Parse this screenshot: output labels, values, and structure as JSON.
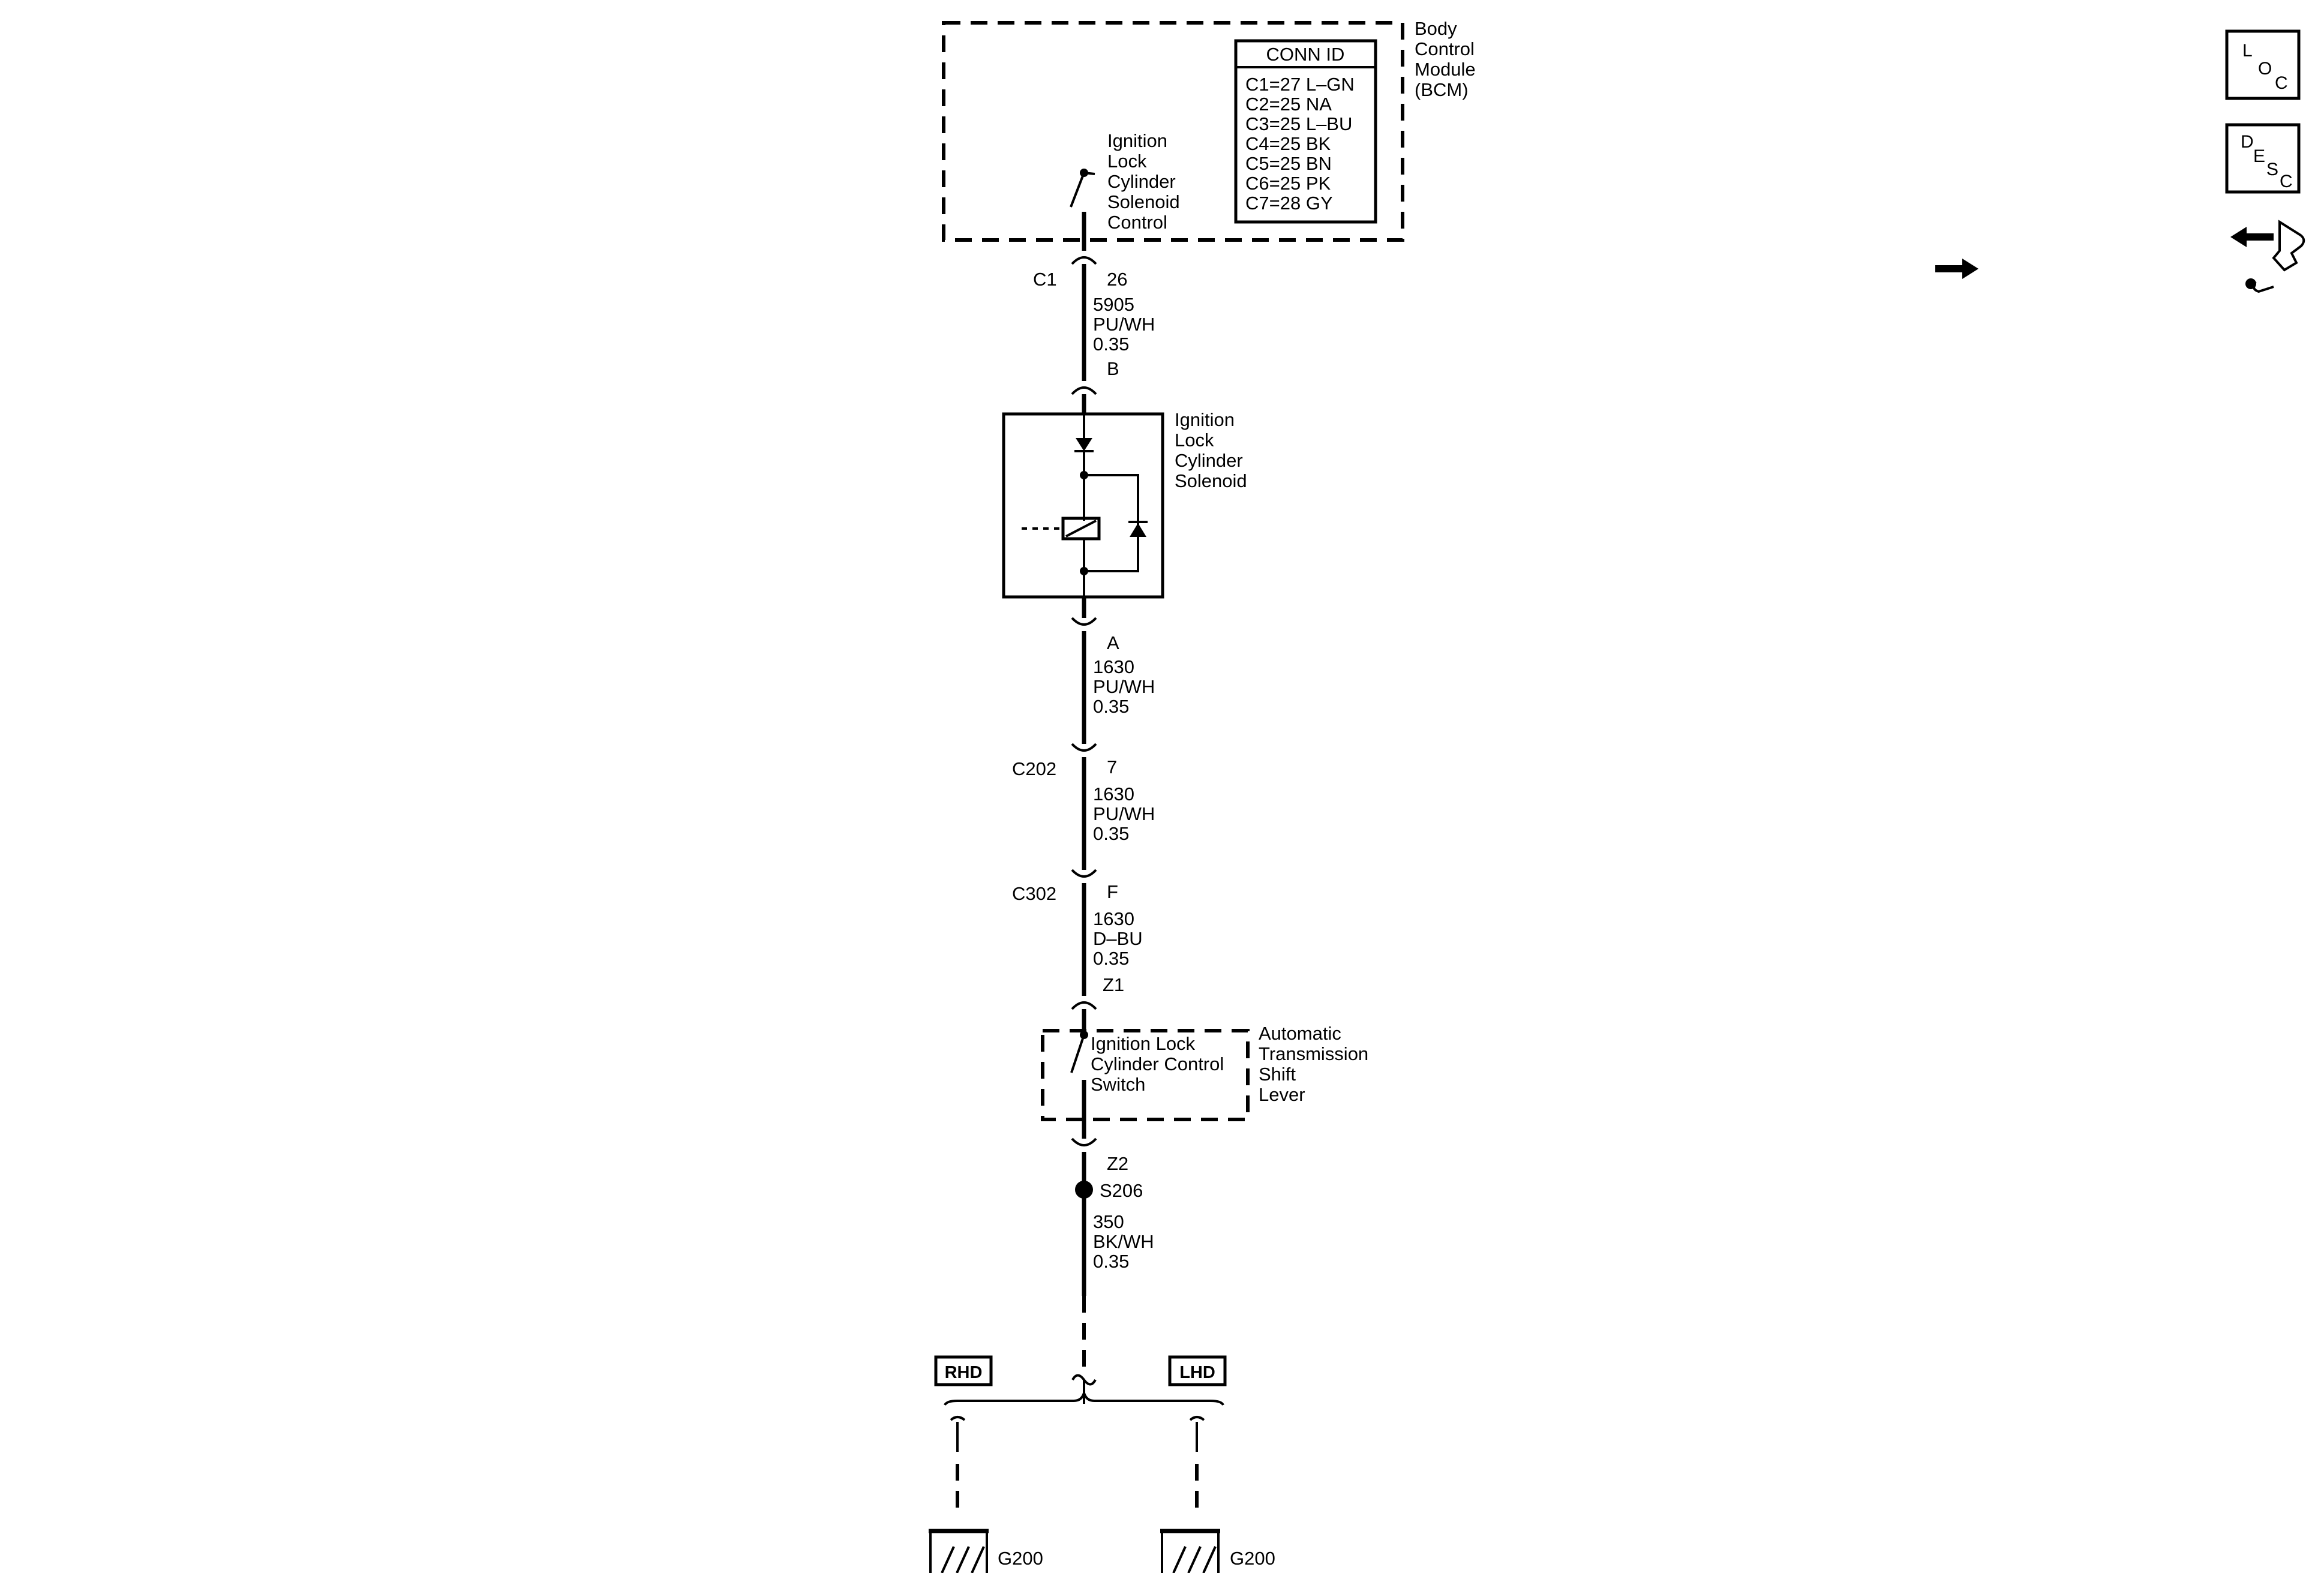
{
  "bcm": {
    "lines": [
      "Body",
      "Control",
      "Module",
      "(BCM)"
    ],
    "conn_id_title": "CONN ID",
    "conn_ids": [
      "C1=27 L–GN",
      "C2=25 NA",
      "C3=25 L–BU",
      "C4=25 BK",
      "C5=25 BN",
      "C6=25 PK",
      "C7=28 GY"
    ],
    "control_lines": [
      "Ignition",
      "Lock",
      "Cylinder",
      "Solenoid",
      "Control"
    ]
  },
  "wire_1": {
    "connector": "C1",
    "pin": "26",
    "circuit": "5905",
    "color": "PU/WH",
    "gauge": "0.35"
  },
  "solenoid": {
    "pin_top": "B",
    "pin_bottom": "A",
    "lines": [
      "Ignition",
      "Lock",
      "Cylinder",
      "Solenoid"
    ]
  },
  "wire_2": {
    "circuit": "1630",
    "color": "PU/WH",
    "gauge": "0.35"
  },
  "c202": {
    "connector": "C202",
    "pin": "7",
    "circuit": "1630",
    "color": "PU/WH",
    "gauge": "0.35"
  },
  "c302": {
    "connector": "C302",
    "pin": "F",
    "circuit": "1630",
    "color": "D–BU",
    "gauge": "0.35"
  },
  "switch": {
    "pin_top": "Z1",
    "pin_bottom": "Z2",
    "lines": [
      "Ignition Lock",
      "Cylinder Control",
      "Switch"
    ],
    "assembly_lines": [
      "Automatic",
      "Transmission",
      "Shift",
      "Lever"
    ]
  },
  "splice": {
    "id": "S206",
    "circuit": "350",
    "color": "BK/WH",
    "gauge": "0.35"
  },
  "options": {
    "rhd": "RHD",
    "lhd": "LHD"
  },
  "grounds": {
    "left": "G200",
    "right": "G200"
  },
  "side_icons": {
    "loc": {
      "letters": [
        "L",
        "O",
        "C"
      ],
      "icon": "location-icon"
    },
    "desc": {
      "letters": [
        "D",
        "E",
        "S",
        "C"
      ],
      "icon": "description-icon"
    },
    "connector": {
      "icon": "connector-end-view-icon"
    }
  }
}
